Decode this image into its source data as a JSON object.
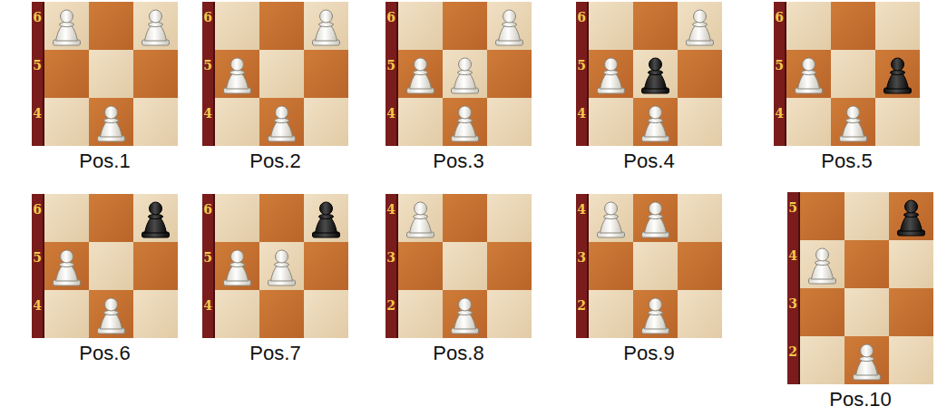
{
  "diagram": {
    "labels": [
      "6",
      "5",
      "4",
      "Pos.1",
      "6",
      "5",
      "4",
      "Pos.2",
      "6",
      "5",
      "4",
      "Pos.3",
      "6",
      "5",
      "4",
      "Pos.4",
      "6",
      "5",
      "4",
      "Pos.5",
      "6",
      "5",
      "4",
      "Pos.6",
      "6",
      "5",
      "4",
      "Pos.7",
      "4",
      "3",
      "2",
      "Pos.8",
      "4",
      "3",
      "2",
      "Pos.9",
      "5",
      "4",
      "3",
      "2",
      "Pos.10"
    ]
  }
}
